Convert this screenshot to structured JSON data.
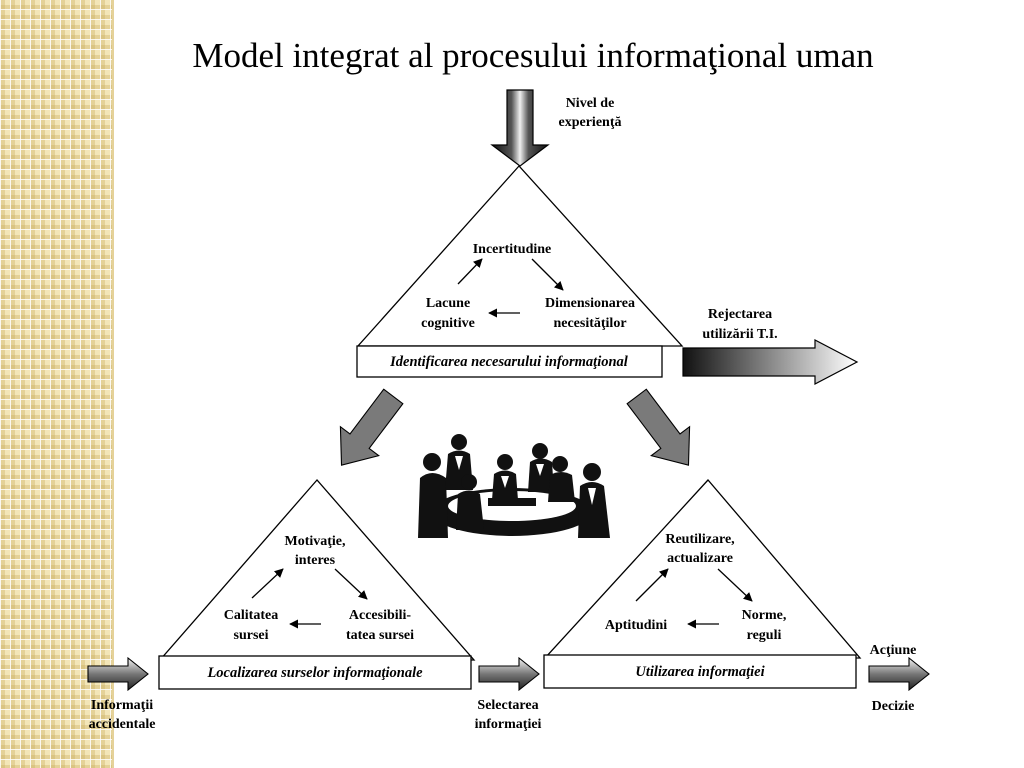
{
  "title": "Model integrat al procesului informaţional uman",
  "top": {
    "input_line1": "Nivel de",
    "input_line2": "experienţă",
    "node_top": "Incertitudine",
    "node_left_line1": "Lacune",
    "node_left_line2": "cognitive",
    "node_right_line1": "Dimensionarea",
    "node_right_line2": "necesităţilor",
    "box": "Identificarea necesarului informaţional"
  },
  "reject": {
    "line1": "Rejectarea",
    "line2": "utilizării T.I."
  },
  "left": {
    "node_top_line1": "Motivaţie,",
    "node_top_line2": "interes",
    "node_left_line1": "Calitatea",
    "node_left_line2": "sursei",
    "node_right_line1": "Accesibili-",
    "node_right_line2": "tatea sursei",
    "box": "Localizarea surselor informaţionale"
  },
  "right": {
    "node_top_line1": "Reutilizare,",
    "node_top_line2": "actualizare",
    "node_left": "Aptitudini",
    "node_right_line1": "Norme,",
    "node_right_line2": "reguli",
    "box": "Utilizarea informaţiei"
  },
  "bottom": {
    "input_line1": "Informaţii",
    "input_line2": "accidentale",
    "middle_line1": "Selectarea",
    "middle_line2": "informaţiei",
    "out_top": "Acţiune",
    "out_bottom": "Decizie"
  },
  "colors": {
    "side_band": "#f3e6b8",
    "arrow_fill": "#7a7a7a",
    "arrow_dark": "#222222"
  }
}
